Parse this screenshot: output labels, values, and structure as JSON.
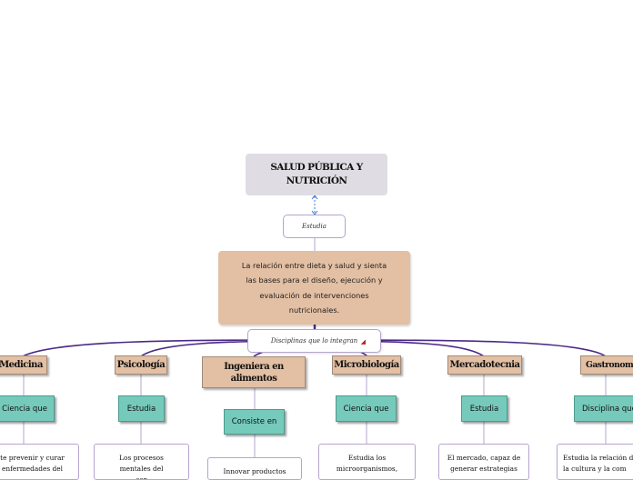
{
  "root": {
    "title": "SALUD PÚBLICA Y NUTRICIÓN"
  },
  "link_estudia": "Estudia",
  "central": {
    "text": "La relación entre dieta y salud y sienta las bases para el diseño, ejecución y evaluación de intervenciones nutricionales."
  },
  "link_disciplinas": "Disciplinas que lo integran",
  "disciplines": [
    {
      "title": "Medicina",
      "link": "Ciencia que",
      "desc": "te prevenir y curar enfermedades del"
    },
    {
      "title": "Psicología",
      "link": "Estudia",
      "desc": "Los procesos mentales del ser"
    },
    {
      "title": "Ingeniera en alimentos",
      "link": "Consiste en",
      "desc": "Innovar productos"
    },
    {
      "title": "Microbiología",
      "link": "Ciencia que",
      "desc": "Estudia los microorganismos,"
    },
    {
      "title": "Mercadotecnia",
      "link": "Estudia",
      "desc": "El mercado, capaz de generar estrategias"
    },
    {
      "title": "Gastronomía",
      "link": "Disciplina que",
      "desc": "Estudia la relación de la cultura y la com"
    }
  ],
  "colors": {
    "branch": "#4b2a87",
    "link_border": "#b6a4cf",
    "discipline": "#e3bfa3",
    "teal": "#76cabb",
    "root": "#e0dce3"
  }
}
